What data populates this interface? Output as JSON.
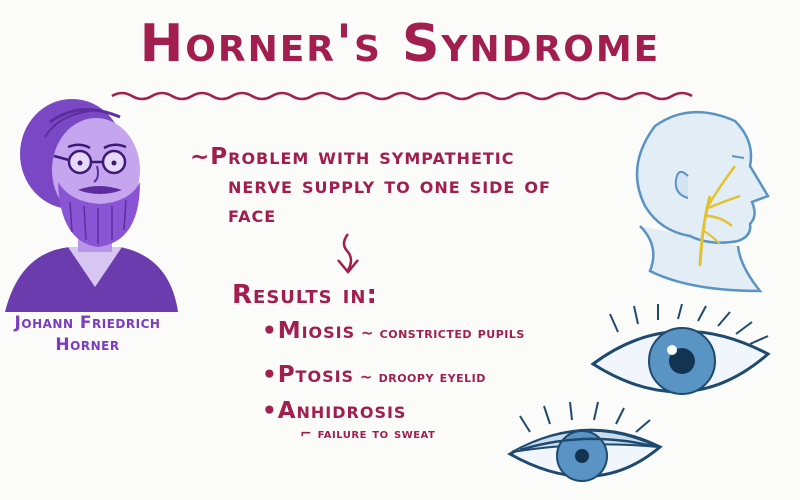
{
  "title": "Horner's Syndrome",
  "portrait": {
    "caption_line1": "Johann Friedrich",
    "caption_line2": "Horner"
  },
  "description": {
    "line1": "~Problem with sympathetic",
    "line2": "nerve supply to one side of",
    "line3": "face"
  },
  "results": {
    "heading": "Results in:",
    "items": [
      {
        "term": "Miosis",
        "separator": " ~ ",
        "definition": "constricted pupils"
      },
      {
        "term": "Ptosis",
        "separator": " ~ ",
        "definition": "droopy eyelid"
      },
      {
        "term": "Anhidrosis",
        "separator": "",
        "definition": "failure to sweat"
      }
    ]
  },
  "colors": {
    "title": "#a11e4e",
    "caption": "#7c3cc0",
    "portrait": "#8a55d4",
    "nerve": "#e2c22e",
    "eye": "#5a94c4"
  },
  "icons": {
    "portrait": "bearded-man-portrait",
    "arrow": "down-arrow-icon",
    "head": "head-profile-with-nerves",
    "eye": "eye-icon"
  }
}
